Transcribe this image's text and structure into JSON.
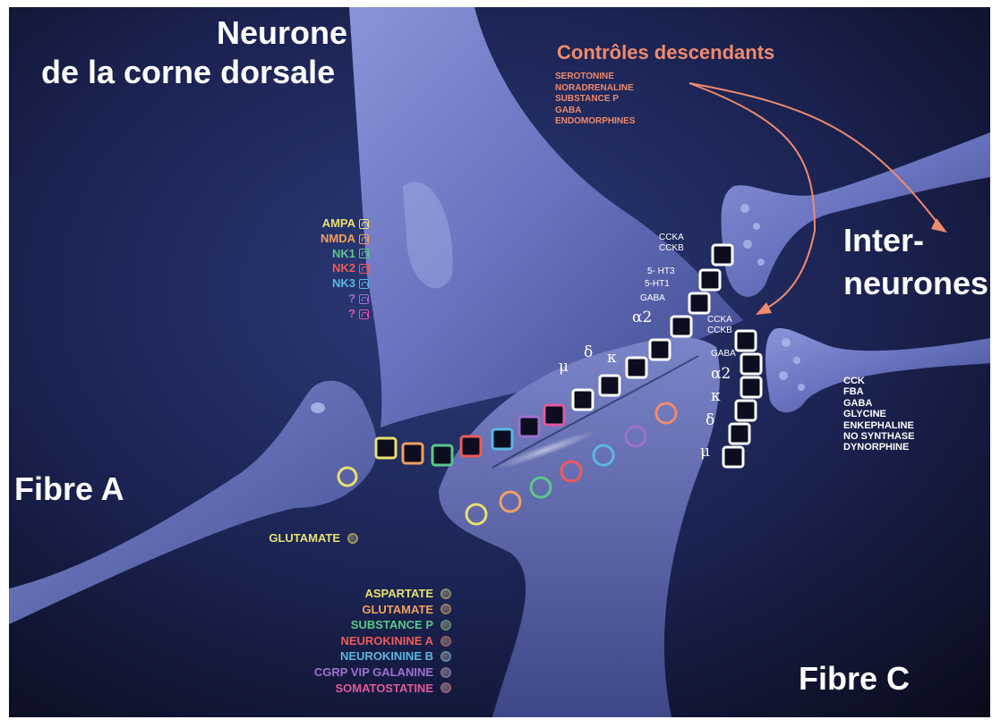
{
  "title": {
    "line1": "Neurone",
    "line2": "de la corne dorsale"
  },
  "descending": {
    "heading": "Contrôles descendants",
    "items": [
      "SEROTONINE",
      "NORADRENALINE",
      "SUBSTANCE P",
      "GABA",
      "ENDOMORPHINES"
    ],
    "color": "#f08a6c"
  },
  "interneurones": {
    "line1": "Inter-",
    "line2": "neurones"
  },
  "fibre_a": "Fibre A",
  "fibre_c": "Fibre C",
  "receptors_legend": [
    {
      "label": "AMPA",
      "color": "#e8e070"
    },
    {
      "label": "NMDA",
      "color": "#f0a060"
    },
    {
      "label": "NK1",
      "color": "#5ac88a"
    },
    {
      "label": "NK2",
      "color": "#f05a5a"
    },
    {
      "label": "NK3",
      "color": "#5ab8e0"
    },
    {
      "label": "?",
      "color": "#a070d0"
    },
    {
      "label": "?",
      "color": "#e05aa0"
    }
  ],
  "glutamate_fibre_a": "GLUTAMATE",
  "neurotransmitters_legend": [
    {
      "label": "ASPARTATE",
      "color": "#e8e070"
    },
    {
      "label": "GLUTAMATE",
      "color": "#f0a060"
    },
    {
      "label": "SUBSTANCE P",
      "color": "#5ac88a"
    },
    {
      "label": "NEUROKININE A",
      "color": "#f05a5a"
    },
    {
      "label": "NEUROKININE B",
      "color": "#5ab8e0"
    },
    {
      "label": "CGRP VIP GALANINE",
      "color": "#a070d0"
    },
    {
      "label": "SOMATOSTATINE",
      "color": "#e05aa0"
    }
  ],
  "upper_interneuron_receptors": [
    "CCKA",
    "CCKB",
    "5- HT3",
    "5-HT1",
    "GABA",
    "α2",
    "κ",
    "δ",
    "μ"
  ],
  "lower_interneuron_receptors": [
    "CCKA",
    "CCKB",
    "GABA",
    "α2",
    "κ",
    "δ",
    "μ"
  ],
  "interneuron_substances": [
    "CCK",
    "FBA",
    "GABA",
    "GLYCINE",
    "ENKEPHALINE",
    "NO SYNTHASE",
    "DYNORPHINE"
  ]
}
